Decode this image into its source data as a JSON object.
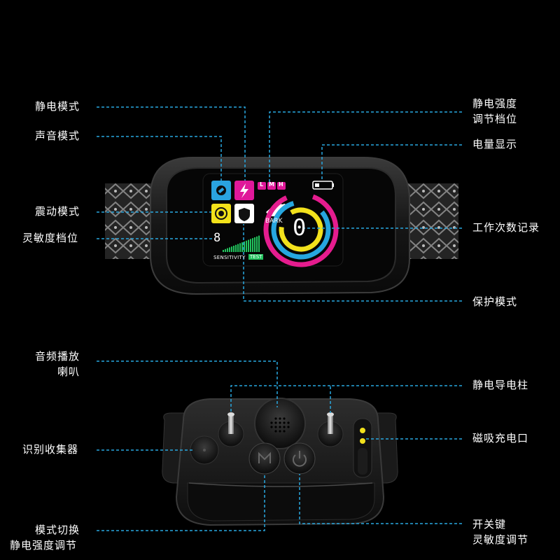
{
  "labels": {
    "static_mode": "静电模式",
    "sound_mode": "声音模式",
    "vibration_mode": "震动模式",
    "sensitivity_level": "灵敏度档位",
    "static_intensity_level_1": "静电强度",
    "static_intensity_level_2": "调节档位",
    "battery_display": "电量显示",
    "work_count_record": "工作次数记录",
    "protection_mode": "保护模式",
    "audio_speaker_1": "音频播放",
    "audio_speaker_2": "喇叭",
    "static_conductive_post": "静电导电柱",
    "recognition_collector": "识别收集器",
    "magnetic_charging_port": "磁吸充电口",
    "mode_switch_1": "模式切换",
    "mode_switch_2": "静电强度调节",
    "power_key_1": "开关键",
    "power_key_2": "灵敏度调节"
  },
  "screen": {
    "level_badges": [
      "L",
      "M",
      "H"
    ],
    "bark_label": "BARK",
    "count_digit": "0",
    "sensitivity_digit": "8",
    "sensitivity_label": "SENSITIVITY",
    "test_label": "TEST"
  },
  "icons": {
    "static": "lightning-icon",
    "sound": "speaker-icon",
    "vibration": "vibration-icon",
    "protection": "shield-icon",
    "dog": "dog-icon",
    "battery": "battery-icon"
  },
  "colors": {
    "leader_line": "#29a8e0",
    "static_tile": "#e0189a",
    "sound_tile": "#2aa3e0",
    "vibration_tile": "#f2e21a",
    "protection_tile": "#ffffff",
    "ring_outer": "#e51c8e",
    "ring_middle": "#26a6df",
    "ring_inner": "#f2e11c",
    "test_badge": "#22c55e"
  }
}
